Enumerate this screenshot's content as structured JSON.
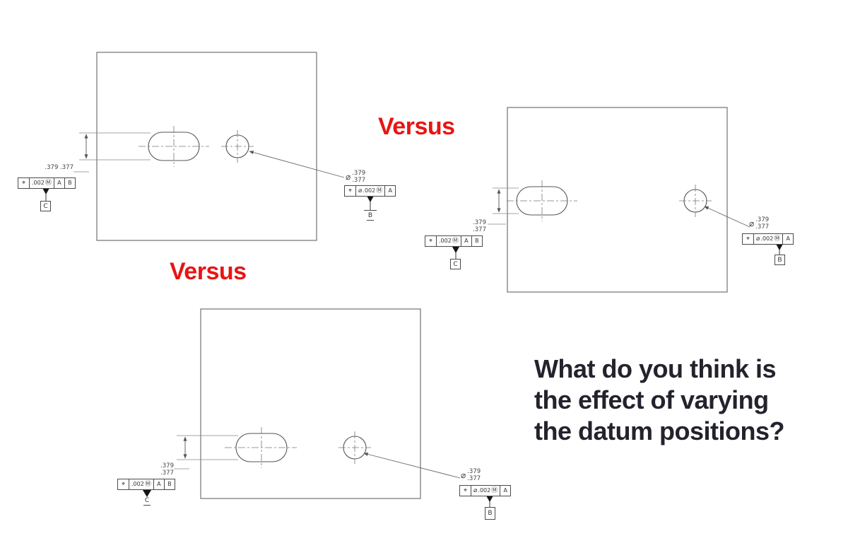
{
  "versus_labels": [
    "Versus",
    "Versus"
  ],
  "question": {
    "lines": [
      "What do you think is",
      "the effect of varying",
      "the datum positions?"
    ]
  },
  "colors": {
    "versus_red": "#e81414",
    "question_text": "#23232d",
    "linework_gray": "#7d7d7d",
    "annotation_dark": "#333333"
  },
  "icons": {
    "position_symbol": "⌖",
    "diameter_symbol": "⌀",
    "mmc_modifier": "Ⓜ",
    "datum_triangle": "filled-triangle"
  },
  "drawings": [
    {
      "id": "top-left",
      "slot": {
        "dim_upper": ".379",
        "dim_lower": ".377",
        "fcf_symbol": "⌖",
        "fcf_tolerance": ".002",
        "fcf_modifier": "Ⓜ",
        "fcf_datum_1": "A",
        "fcf_datum_2": "B",
        "datum_label": "C"
      },
      "hole": {
        "dim_dia": "⌀",
        "dim_upper": ".379",
        "dim_lower": ".377",
        "fcf_symbol": "⌖",
        "fcf_dia": "⌀",
        "fcf_tolerance": ".002",
        "fcf_modifier": "Ⓜ",
        "fcf_datum_1": "A",
        "datum_label": "B"
      }
    },
    {
      "id": "top-right",
      "slot": {
        "dim_upper": ".379",
        "dim_lower": ".377",
        "fcf_symbol": "⌖",
        "fcf_tolerance": ".002",
        "fcf_modifier": "Ⓜ",
        "fcf_datum_1": "A",
        "fcf_datum_2": "B",
        "datum_label": "C"
      },
      "hole": {
        "dim_dia": "⌀",
        "dim_upper": ".379",
        "dim_lower": ".377",
        "fcf_symbol": "⌖",
        "fcf_dia": "⌀",
        "fcf_tolerance": ".002",
        "fcf_modifier": "Ⓜ",
        "fcf_datum_1": "A",
        "datum_label": "B"
      }
    },
    {
      "id": "bottom-middle",
      "slot": {
        "dim_upper": ".379",
        "dim_lower": ".377",
        "fcf_symbol": "⌖",
        "fcf_tolerance": ".002",
        "fcf_modifier": "Ⓜ",
        "fcf_datum_1": "A",
        "fcf_datum_2": "B",
        "datum_label": "C"
      },
      "hole": {
        "dim_dia": "⌀",
        "dim_upper": ".379",
        "dim_lower": ".377",
        "fcf_symbol": "⌖",
        "fcf_dia": "⌀",
        "fcf_tolerance": ".002",
        "fcf_modifier": "Ⓜ",
        "fcf_datum_1": "A",
        "datum_label": "B"
      }
    }
  ]
}
